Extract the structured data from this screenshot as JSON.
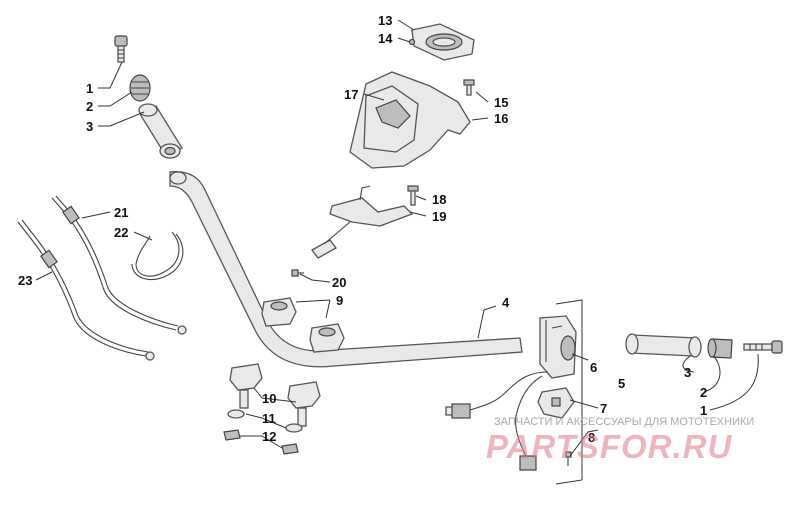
{
  "labels": {
    "l1a": "1",
    "l2a": "2",
    "l3a": "3",
    "l1b": "1",
    "l2b": "2",
    "l3b": "3",
    "l4": "4",
    "l5": "5",
    "l6": "6",
    "l7": "7",
    "l8": "8",
    "l9": "9",
    "l10": "10",
    "l11": "11",
    "l12": "12",
    "l13": "13",
    "l14": "14",
    "l15": "15",
    "l16": "16",
    "l17": "17",
    "l18": "18",
    "l19": "19",
    "l20": "20",
    "l21": "21",
    "l22": "22",
    "l23": "23"
  },
  "watermark": {
    "tagline": "ЗАПЧАСТИ И АКСЕССУАРЫ ДЛЯ МОТОТЕХНИКИ",
    "brand": "PARTSFOR.RU"
  }
}
